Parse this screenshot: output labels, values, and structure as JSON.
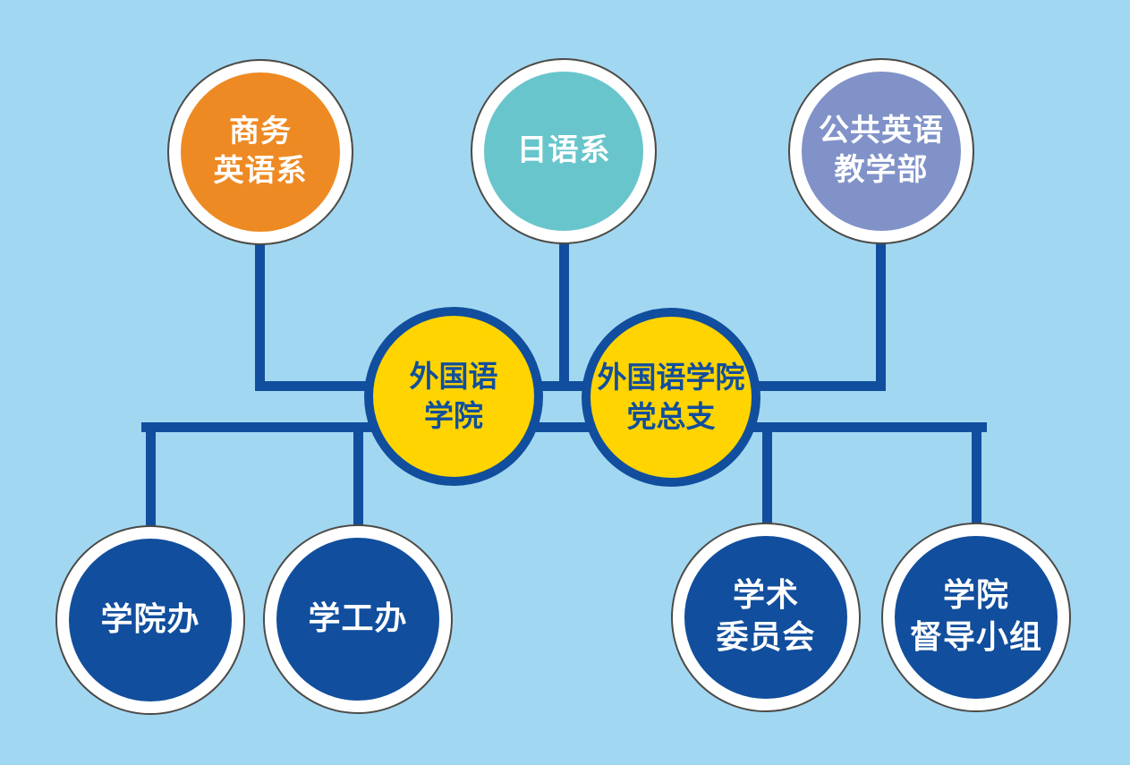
{
  "diagram": {
    "type": "organization-chart",
    "colors": {
      "background": "#A2D7F2",
      "connector": "#114E9D",
      "ring_outline": "#4D4B46",
      "ring": "#FFFFFF",
      "center_fill": "#FFD400",
      "center_text": "#114E9D",
      "node_text": "#FFFFFF"
    },
    "nodes": {
      "business_english_dept": {
        "label_line1": "商务",
        "label_line2": "英语系",
        "color": "#EE8A23"
      },
      "japanese_dept": {
        "label_line1": "日语系",
        "label_line2": "",
        "color": "#68C5CC"
      },
      "public_english_teaching_dept": {
        "label_line1": "公共英语",
        "label_line2": "教学部",
        "color": "#8092C8"
      },
      "school_of_foreign_languages": {
        "label_line1": "外国语",
        "label_line2": "学院",
        "color": "#FFD400"
      },
      "party_branch": {
        "label_line1": "外国语学院",
        "label_line2": "党总支",
        "color": "#FFD400"
      },
      "college_office": {
        "label_line1": "学院办",
        "label_line2": "",
        "color": "#114E9D"
      },
      "student_affairs_office": {
        "label_line1": "学工办",
        "label_line2": "",
        "color": "#114E9D"
      },
      "academic_committee": {
        "label_line1": "学术",
        "label_line2": "委员会",
        "color": "#114E9D"
      },
      "supervision_group": {
        "label_line1": "学院",
        "label_line2": "督导小组",
        "color": "#114E9D"
      }
    }
  }
}
